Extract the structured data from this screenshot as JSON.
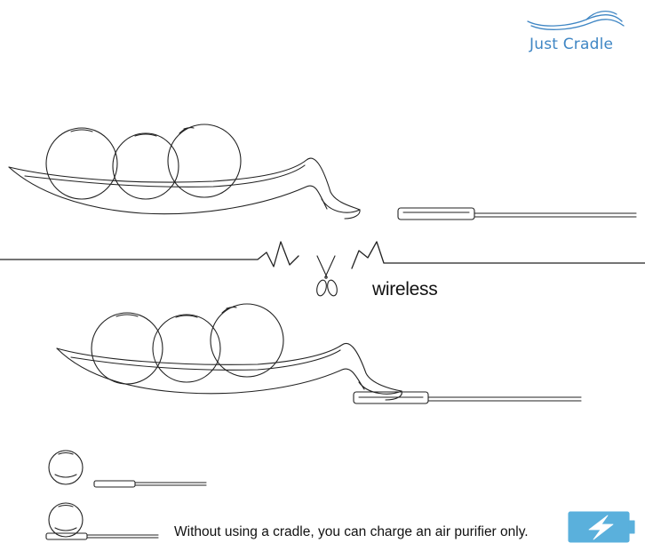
{
  "logo": {
    "text": "Just Cradle"
  },
  "wireless_label": "wireless",
  "caption": "Without using a cradle, you can charge an air purifier only.",
  "colors": {
    "line": "#222222",
    "accent": "#3f86c4",
    "battery": "#5ab0dc"
  },
  "icons": [
    "logo-wave-icon",
    "scissors-icon",
    "battery-charging-icon"
  ]
}
